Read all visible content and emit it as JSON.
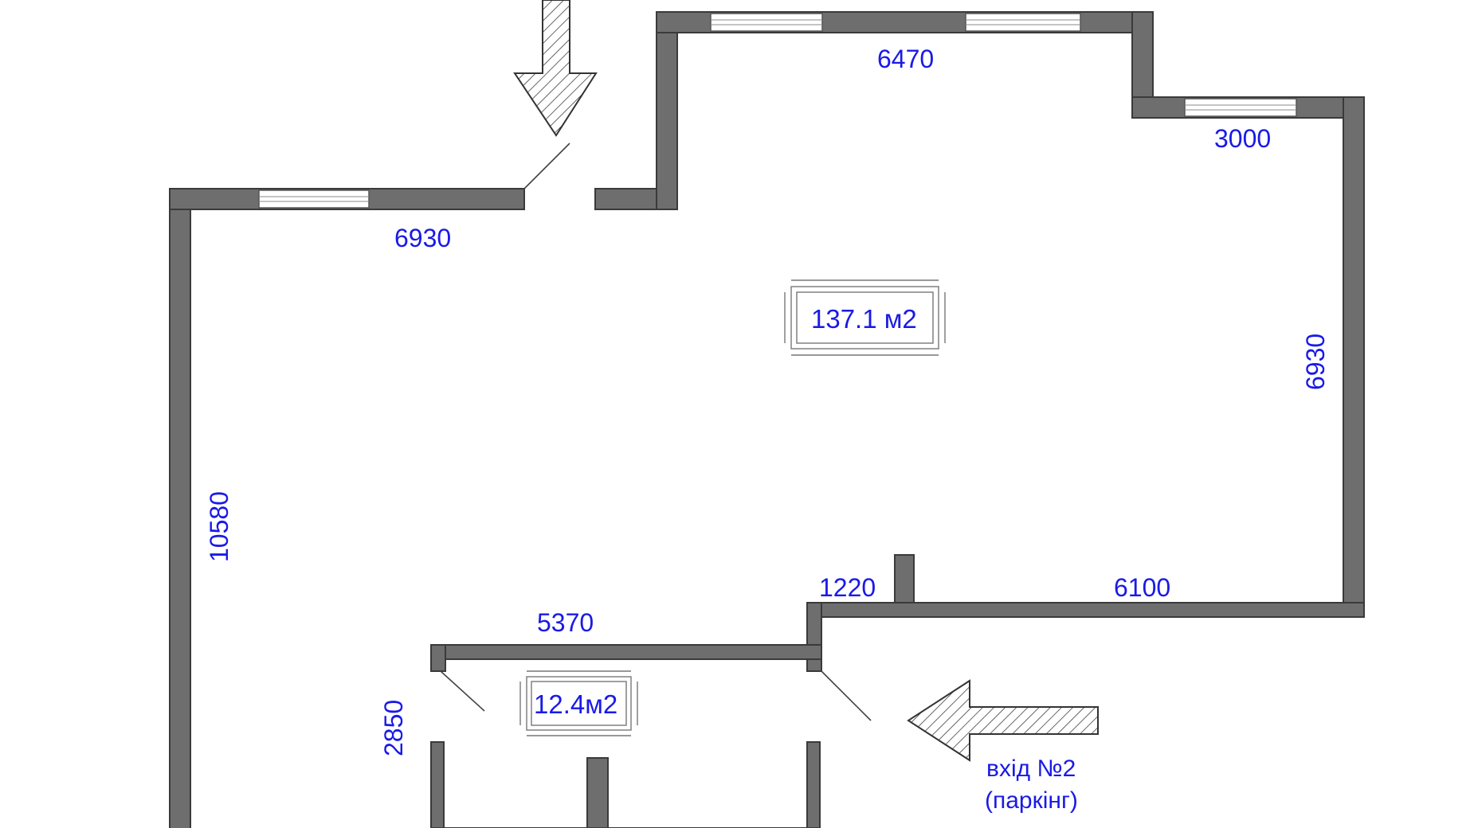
{
  "dimensions": {
    "top_left_wall": "6930",
    "top_middle_wall": "6470",
    "top_right_step": "3000",
    "right_wall": "6930",
    "left_wall": "10580",
    "inner_short": "1220",
    "inner_right": "6100",
    "vestibule_top": "5370",
    "vestibule_side": "2850"
  },
  "rooms": {
    "main_area": "137.1 м2",
    "vestibule_area": "12.4м2"
  },
  "entrances": {
    "entrance_2_line1": "вхід №2",
    "entrance_2_line2": "(паркінг)"
  },
  "colors": {
    "dimension_text": "#1a1ae6",
    "wall_fill": "#6e6e6e"
  }
}
